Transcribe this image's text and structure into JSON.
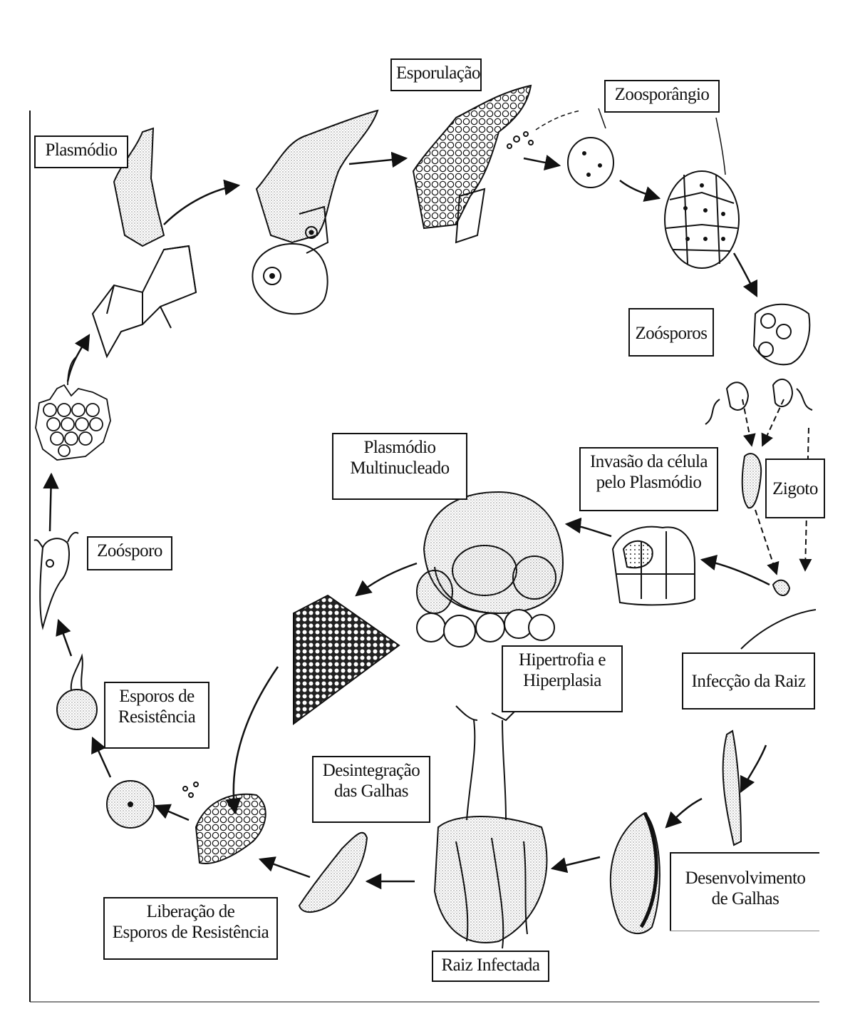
{
  "diagram": {
    "labels": {
      "plasmodio": "Plasmódio",
      "esporulacao": "Esporulação",
      "zoosporangio": "Zoosporângio",
      "zoosporos": "Zoósporos",
      "zigoto": "Zigoto",
      "invasao": "Invasão da célula\npelo Plasmódio",
      "plasmodio_multi": "Plasmódio\nMultinucleado",
      "zoosporo": "Zoósporo",
      "esporos_resistencia": "Esporos de\nResistência",
      "hipertrofia": "Hipertrofia e\nHiperplasia",
      "infeccao": "Infecção da Raiz",
      "desintegracao": "Desintegração\ndas Galhas",
      "desenvolvimento": "Desenvolvimento\nde Galhas",
      "liberacao": "Liberação de\nEsporos de Resistência",
      "raiz_infectada": "Raiz Infectada"
    },
    "colors": {
      "ink": "#111111",
      "paper": "#ffffff",
      "shade": "#555555"
    }
  }
}
